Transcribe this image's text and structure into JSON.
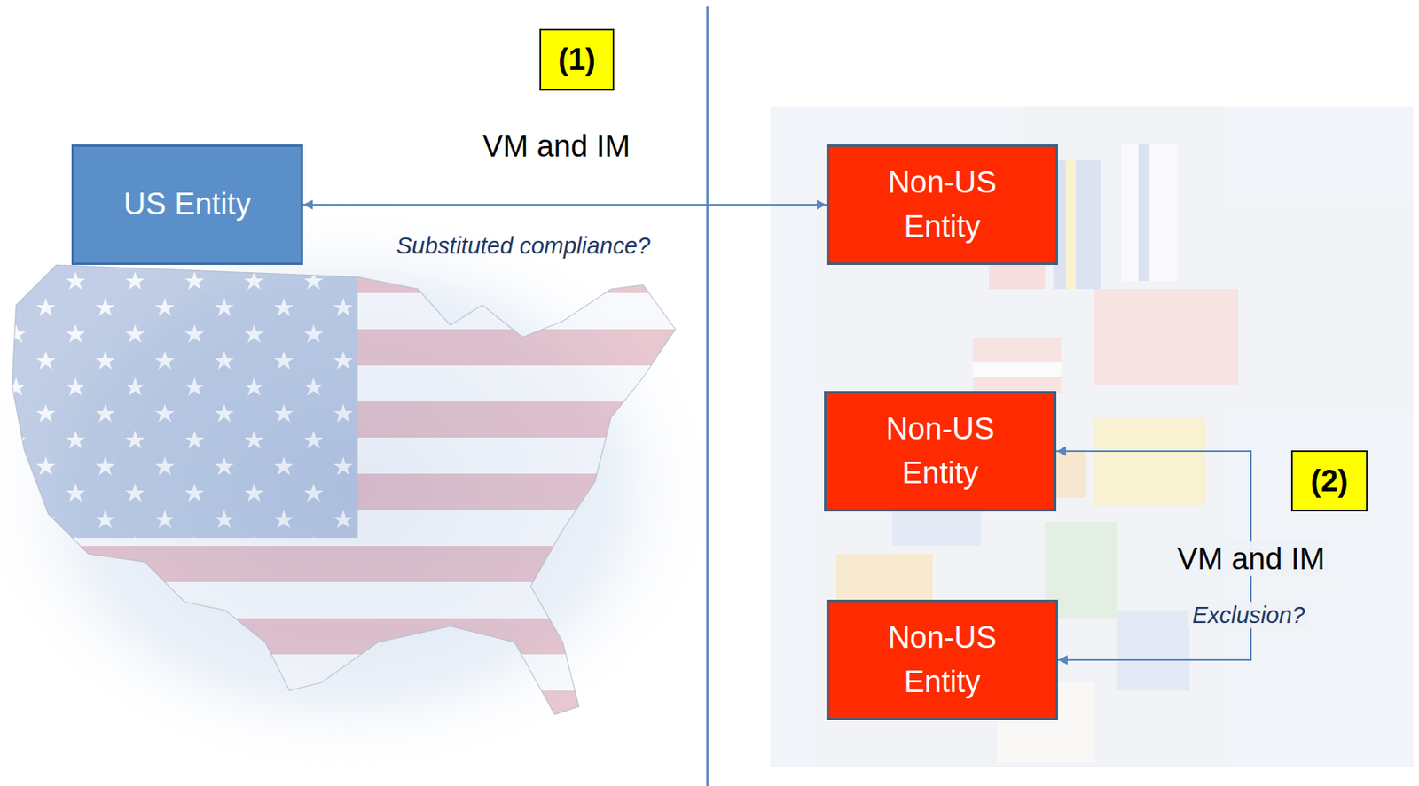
{
  "diagram": {
    "nodes": [
      {
        "text": [
          "(1)"
        ]
      },
      {
        "text": [
          "US Entity"
        ]
      },
      {
        "text": [
          "Non-US Entity"
        ]
      },
      {
        "text": [
          "Non-US Entity"
        ]
      },
      {
        "text": [
          "Non-US Entity"
        ]
      },
      {
        "text": [
          "(2)"
        ]
      }
    ],
    "edges": [
      {
        "from": 1,
        "to": 2,
        "arrow": "both",
        "label": "VM and IM"
      },
      {
        "from": 3,
        "to": 4,
        "arrow": "both",
        "label": "VM and IM"
      }
    ],
    "labels": [
      "Substituted compliance?",
      "Exclusion?"
    ]
  }
}
